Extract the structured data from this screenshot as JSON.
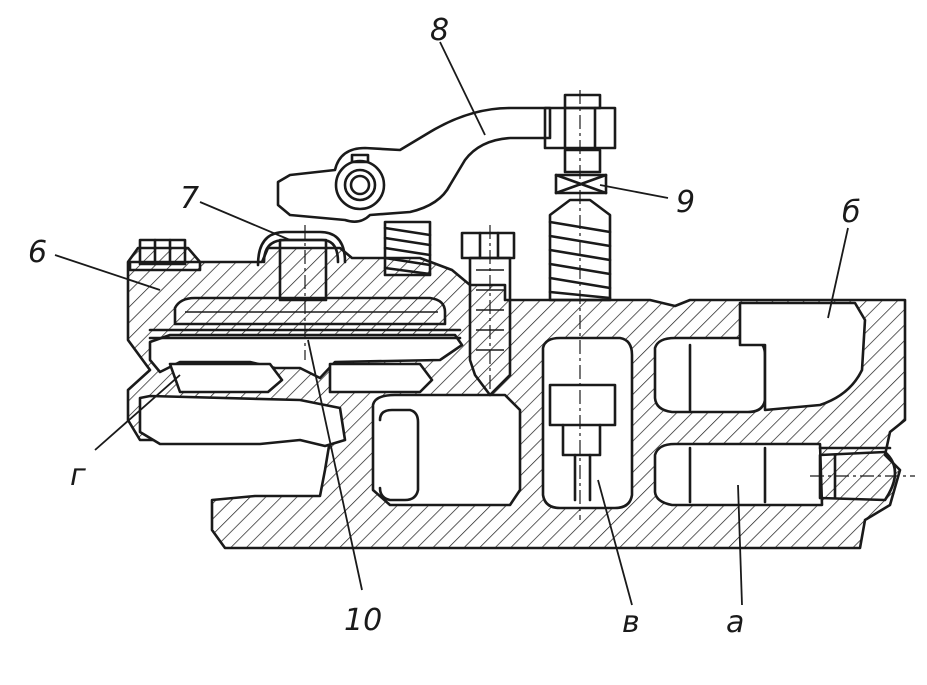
{
  "labels": {
    "l6": "6",
    "l7": "7",
    "l8": "8",
    "l9": "9",
    "l10": "10",
    "b": "б",
    "v": "в",
    "a": "а",
    "g": "г"
  }
}
